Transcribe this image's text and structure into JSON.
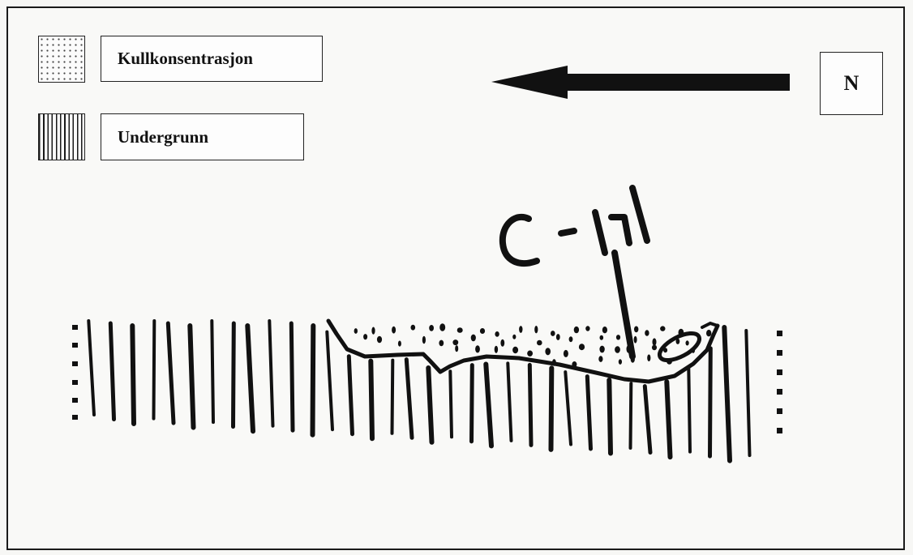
{
  "legend": {
    "items": [
      {
        "label": "Kullkonsentrasjon",
        "pattern": "dotted"
      },
      {
        "label": "Undergrunn",
        "pattern": "vertical-lines"
      }
    ]
  },
  "north": {
    "label": "N",
    "arrow_direction": "left"
  },
  "sketch": {
    "annotation": "C-14",
    "colors": {
      "ink": "#111111",
      "paper": "#f7f7f5"
    }
  }
}
